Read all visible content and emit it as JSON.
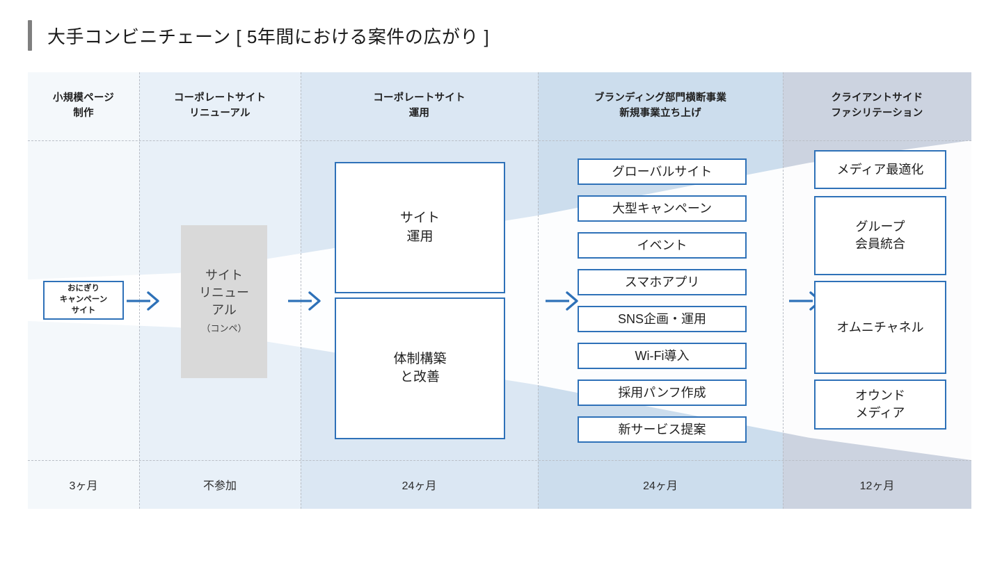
{
  "header": {
    "title": "大手コンビニチェーン [ 5年間における案件の広がり ]",
    "accent_color": "#7f7f7f"
  },
  "theme": {
    "box_border": "#2e71b8",
    "arrow_color": "#2e71b8",
    "gray_box": "#d9d9d9",
    "funnel": "#ffffff",
    "column_bg": [
      "#f4f8fb",
      "#e8f0f8",
      "#dbe7f3",
      "#ccdded",
      "#ccd3e0"
    ]
  },
  "columns": [
    {
      "id": "col-1",
      "header": "小規模ページ\n制作",
      "header_lines": [
        "小規模ページ",
        "制作"
      ],
      "duration": "3ヶ月",
      "bg": "#f4f8fb",
      "nodes": [
        {
          "label_lines": [
            "おにぎり",
            "キャンペーン",
            "サイト"
          ],
          "style": "outlined-small"
        }
      ]
    },
    {
      "id": "col-2",
      "header": "コーポレートサイト\nリニューアル",
      "header_lines": [
        "コーポレートサイト",
        "リニューアル"
      ],
      "duration": "不参加",
      "bg": "#e8f0f8",
      "nodes": [
        {
          "label_lines": [
            "サイト",
            "リニュー",
            "アル",
            "（コンペ）"
          ],
          "style": "gray-filled"
        }
      ]
    },
    {
      "id": "col-3",
      "header": "コーポレートサイト\n運用",
      "header_lines": [
        "コーポレートサイト",
        "運用"
      ],
      "duration": "24ヶ月",
      "bg": "#dbe7f3",
      "nodes": [
        {
          "label_lines": [
            "サイト",
            "運用"
          ],
          "style": "outlined-large"
        },
        {
          "label_lines": [
            "体制構築",
            "と改善"
          ],
          "style": "outlined-large"
        }
      ]
    },
    {
      "id": "col-4",
      "header": "ブランディング部門横断事業\n新規事業立ち上げ",
      "header_lines": [
        "ブランディング部門横断事業",
        "新規事業立ち上げ"
      ],
      "duration": "24ヶ月",
      "bg": "#ccdded",
      "nodes": [
        {
          "label_lines": [
            "グローバルサイト"
          ],
          "style": "outlined-row"
        },
        {
          "label_lines": [
            "大型キャンペーン"
          ],
          "style": "outlined-row"
        },
        {
          "label_lines": [
            "イベント"
          ],
          "style": "outlined-row"
        },
        {
          "label_lines": [
            "スマホアプリ"
          ],
          "style": "outlined-row"
        },
        {
          "label_lines": [
            "SNS企画・運用"
          ],
          "style": "outlined-row"
        },
        {
          "label_lines": [
            "Wi-Fi導入"
          ],
          "style": "outlined-row"
        },
        {
          "label_lines": [
            "採用パンフ作成"
          ],
          "style": "outlined-row"
        },
        {
          "label_lines": [
            "新サービス提案"
          ],
          "style": "outlined-row"
        }
      ]
    },
    {
      "id": "col-5",
      "header": "クライアントサイド\nファシリテーション",
      "header_lines": [
        "クライアントサイド",
        "ファシリテーション"
      ],
      "duration": "12ヶ月",
      "bg": "#ccd3e0",
      "nodes": [
        {
          "label_lines": [
            "メディア最適化"
          ],
          "style": "outlined-row"
        },
        {
          "label_lines": [
            "グループ",
            "会員統合"
          ],
          "style": "outlined-tall"
        },
        {
          "label_lines": [
            "オムニチャネル"
          ],
          "style": "outlined-tall"
        },
        {
          "label_lines": [
            "オウンド",
            "メディア"
          ],
          "style": "outlined-row"
        }
      ]
    }
  ],
  "arrows": [
    {
      "id": "arrow-1",
      "between": "col-1→col-2"
    },
    {
      "id": "arrow-2",
      "between": "col-2→col-3"
    },
    {
      "id": "arrow-3",
      "between": "col-3→col-4"
    },
    {
      "id": "arrow-4",
      "between": "col-4→col-5"
    }
  ]
}
